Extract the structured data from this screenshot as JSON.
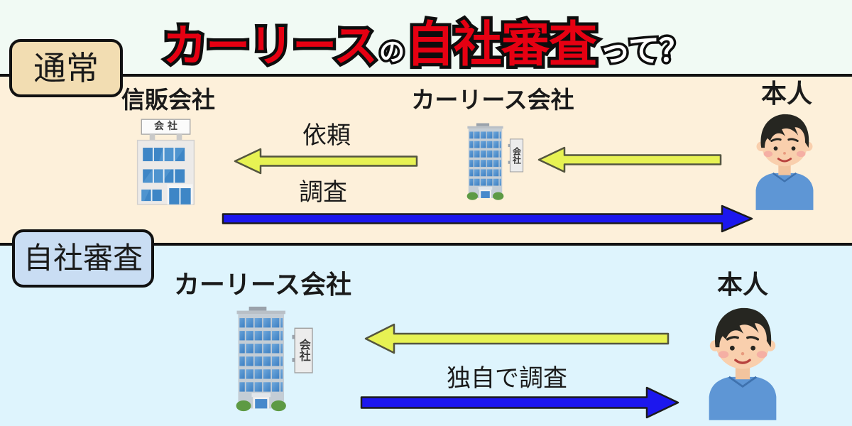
{
  "title": {
    "lead": "カーリース",
    "particle": "の",
    "highlight": "自社審査",
    "tail": "って？"
  },
  "sections": {
    "normal": {
      "tag": "通常",
      "credit_company": "信販会社",
      "lease_company": "カーリース会社",
      "person": "本人",
      "request_label": "依頼",
      "investigate_label": "調査"
    },
    "inhouse": {
      "tag": "自社審査",
      "lease_company": "カーリース会社",
      "person": "本人",
      "investigate_label": "独自で調査"
    }
  },
  "signs": {
    "horizontal": "会 社",
    "vertical": "会社"
  },
  "colors": {
    "accent_red": "#e60012",
    "title_outline": "#0d0d0d",
    "arrow_yellow": "#e7f253",
    "arrow_blue": "#1c17ee",
    "top_band_bg": "#f1faf4",
    "normal_section_bg": "#fdf0da",
    "inhouse_section_bg": "#def4fd",
    "normal_tag_bg": "#f2ddb2",
    "inhouse_tag_bg": "#c9ddf3"
  }
}
